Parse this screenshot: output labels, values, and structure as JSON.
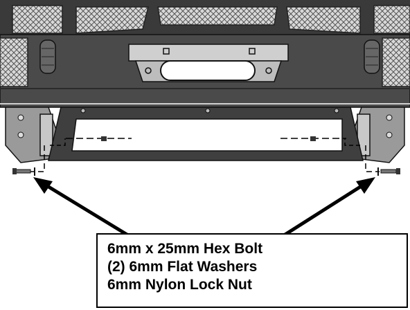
{
  "callout": {
    "lines": [
      "6mm x 25mm Hex Bolt",
      "(2) 6mm Flat Washers",
      "6mm Nylon Lock Nut"
    ]
  },
  "colors": {
    "bumper_fill": "#4a4a4a",
    "bumper_dark": "#2b2b2b",
    "mesh": "#d9d9d9",
    "bracket_fill": "#9a9a9a",
    "line": "#000000"
  }
}
